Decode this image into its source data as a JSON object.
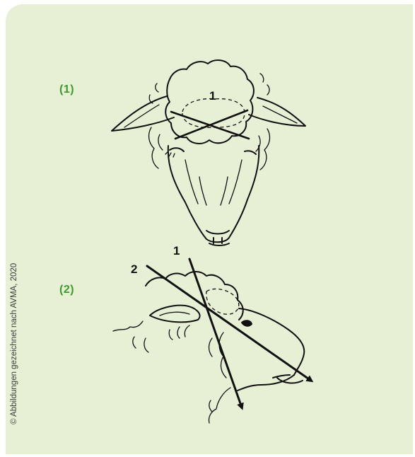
{
  "figure": {
    "label_1": "(1)",
    "label_2": "(2)",
    "top_point_label": "1",
    "side_point_1": "1",
    "side_point_2": "2",
    "copyright": "© Abbildungen gezeichnet nach AVMA, 2020"
  },
  "colors": {
    "panel_background": "#e7efd5",
    "label_green": "#3e9a2e",
    "ink": "#111111"
  }
}
